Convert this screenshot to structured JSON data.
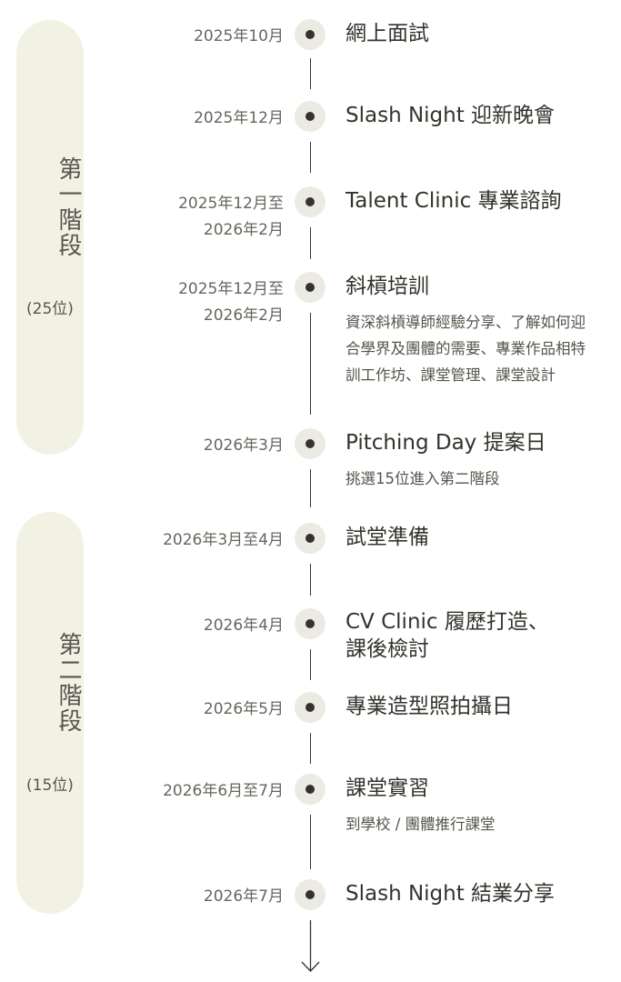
{
  "stages": [
    {
      "title": "第一階段",
      "count": "(25位)"
    },
    {
      "title": "第二階段",
      "count": "(15位)"
    }
  ],
  "events": [
    {
      "date": "2025年10月",
      "title": "網上面試"
    },
    {
      "date": "2025年12月",
      "title": "Slash Night 迎新晚會"
    },
    {
      "date": "2025年12月至\n2026年2月",
      "title": "Talent Clinic 專業諮詢"
    },
    {
      "date": "2025年12月至\n2026年2月",
      "title": "斜槓培訓",
      "desc": "資深斜槓導師經驗分享、了解如何迎合學界及團體的需要、專業作品相特訓工作坊、課堂管理、課堂設計"
    },
    {
      "date": "2026年3月",
      "title": "Pitching Day 提案日",
      "desc": "挑選15位進入第二階段"
    },
    {
      "date": "2026年3月至4月",
      "title": "試堂準備"
    },
    {
      "date": "2026年4月",
      "title": "CV Clinic 履歷打造、\n課後檢討"
    },
    {
      "date": "2026年5月",
      "title": "專業造型照拍攝日"
    },
    {
      "date": "2026年6月至7月",
      "title": "課堂實習",
      "desc": "到學校 / 團體推行課堂"
    },
    {
      "date": "2026年7月",
      "title": "Slash Night 結業分享"
    }
  ],
  "colors": {
    "pill": "#f2f2e4",
    "dot_ring": "#ecebe3",
    "dot": "#33332c"
  }
}
